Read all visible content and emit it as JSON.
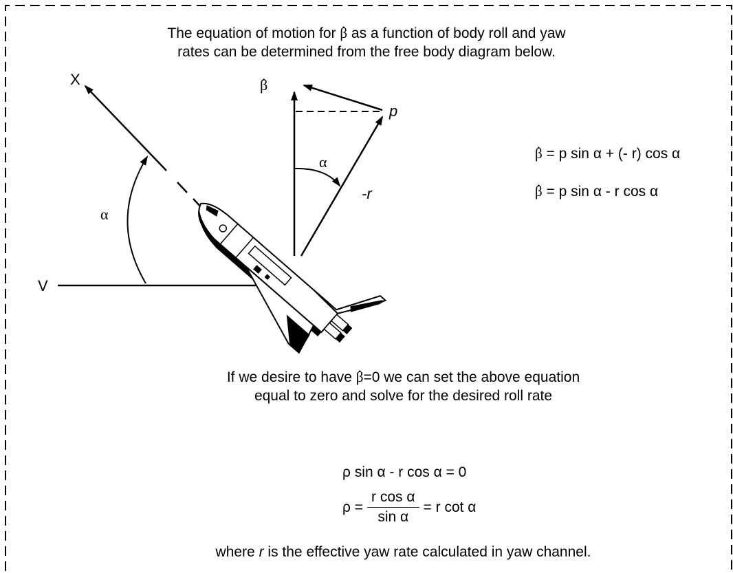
{
  "header": {
    "line1_pre": "The equation of motion for",
    "line1_beta": "β",
    "line1_post": "as a function of body roll and yaw",
    "line2": "rates can be determined from the free body diagram below."
  },
  "diagram": {
    "label_x": "X",
    "label_v": "V",
    "label_alpha_left": "α",
    "label_alpha_right": "α",
    "label_betadot": "β",
    "label_p": "p",
    "label_minus_r": "-r"
  },
  "equations_right": {
    "eq1_beta": "β",
    "eq1_rest": "= p sin α + (- r) cos α",
    "eq2_beta": "β",
    "eq2_rest": "= p sin α - r cos α"
  },
  "middle_text": {
    "line1_pre": "If we desire to have",
    "line1_beta": "β",
    "line1_post": "=0 we can set the above equation",
    "line2": "equal to zero and solve for the desired roll rate"
  },
  "equations_bottom": {
    "eq1": "ρ sin α - r  cos α = 0",
    "eq2_lhs": "ρ =",
    "eq2_num": "r cos α",
    "eq2_den": "sin α",
    "eq2_rhs": "= r  cot α"
  },
  "footer": {
    "pre": "where",
    "var": "r",
    "post": "is the effective yaw rate calculated in yaw channel."
  }
}
